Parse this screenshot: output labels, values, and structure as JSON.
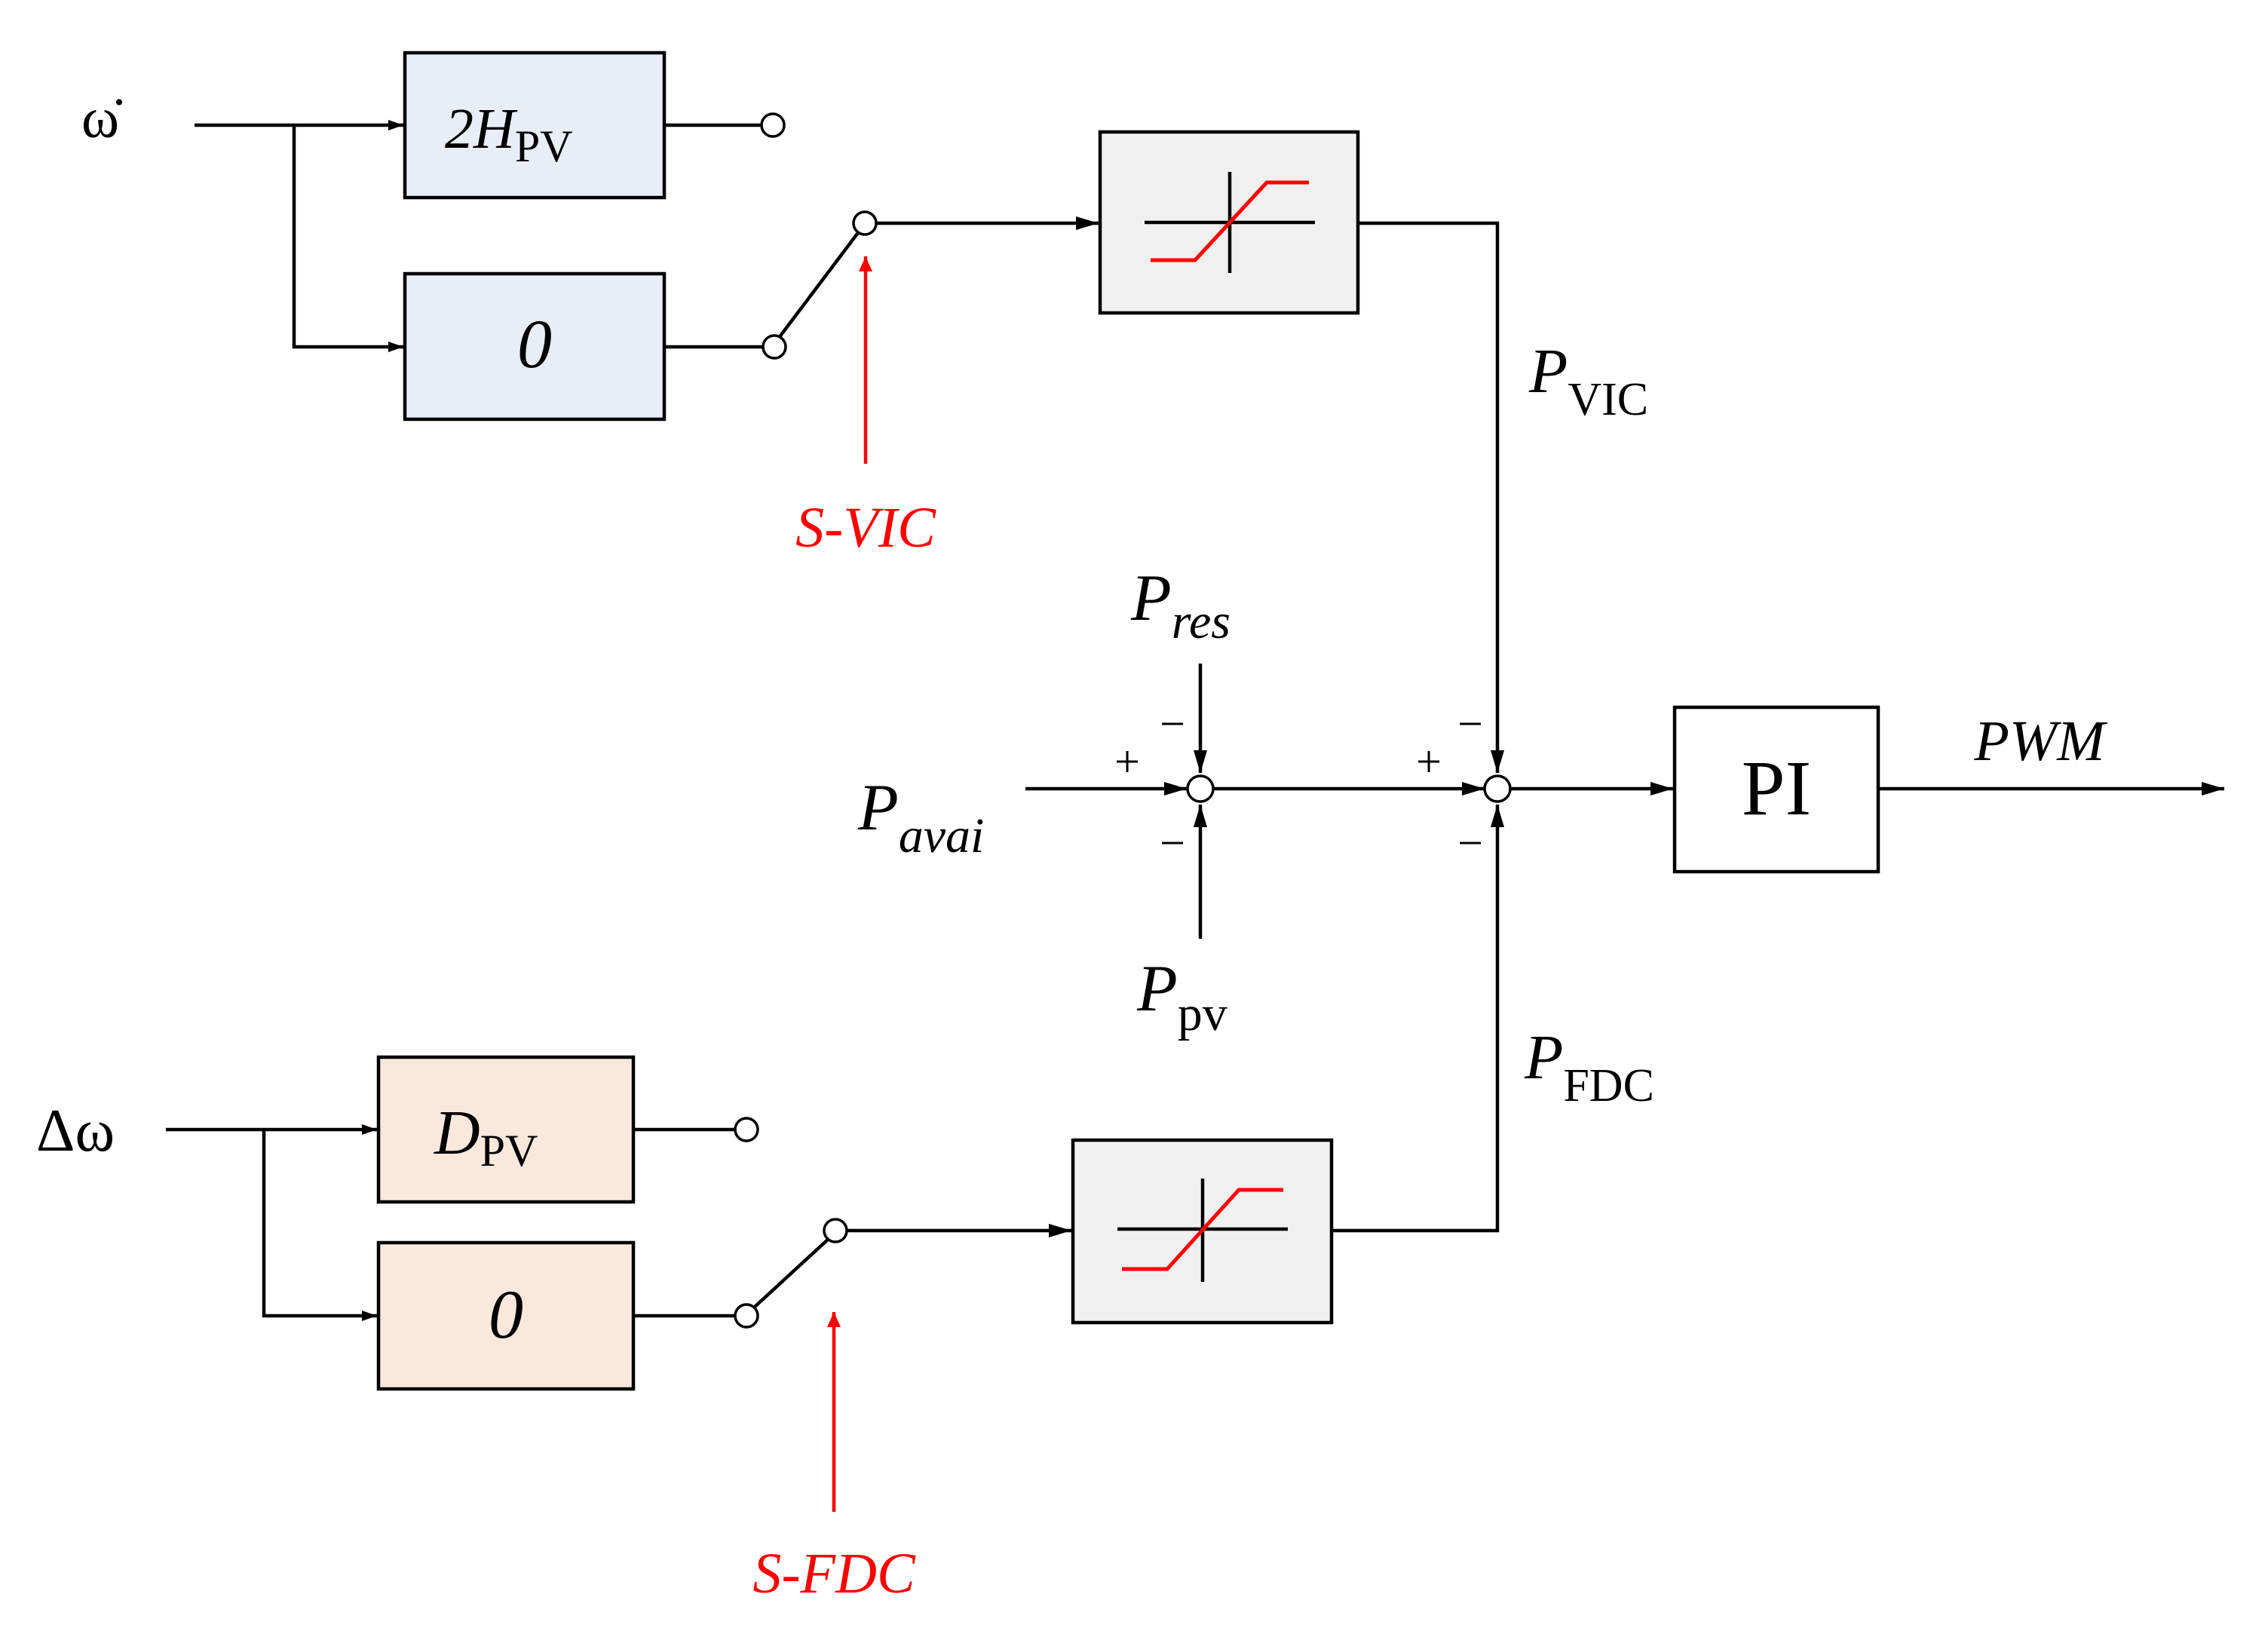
{
  "inputs": {
    "omega_dot": "ω̇",
    "delta_omega": "Δω",
    "p_avai_main": "P",
    "p_avai_sub": "avai",
    "p_res_main": "P",
    "p_res_sub": "res",
    "p_pv_main": "P",
    "p_pv_sub": "pv"
  },
  "blocks": {
    "h_gain_main": "2H",
    "h_gain_sub": "PV",
    "zero_top": "0",
    "d_gain_main": "D",
    "d_gain_sub": "PV",
    "zero_bottom": "0",
    "pi": "PI"
  },
  "signals": {
    "p_vic_main": "P",
    "p_vic_sub": "VIC",
    "p_fdc_main": "P",
    "p_fdc_sub": "FDC",
    "pwm": "PWM"
  },
  "switches": {
    "s_vic": "S-VIC",
    "s_fdc": "S-FDC"
  },
  "signs": {
    "plus": "+",
    "minus": "−"
  },
  "colors": {
    "inertia_block_fill": "#e8eef6",
    "damping_block_fill": "#fae8dc",
    "saturation_block_fill": "#f0f0f0",
    "switch_signal": "#ff0000"
  }
}
